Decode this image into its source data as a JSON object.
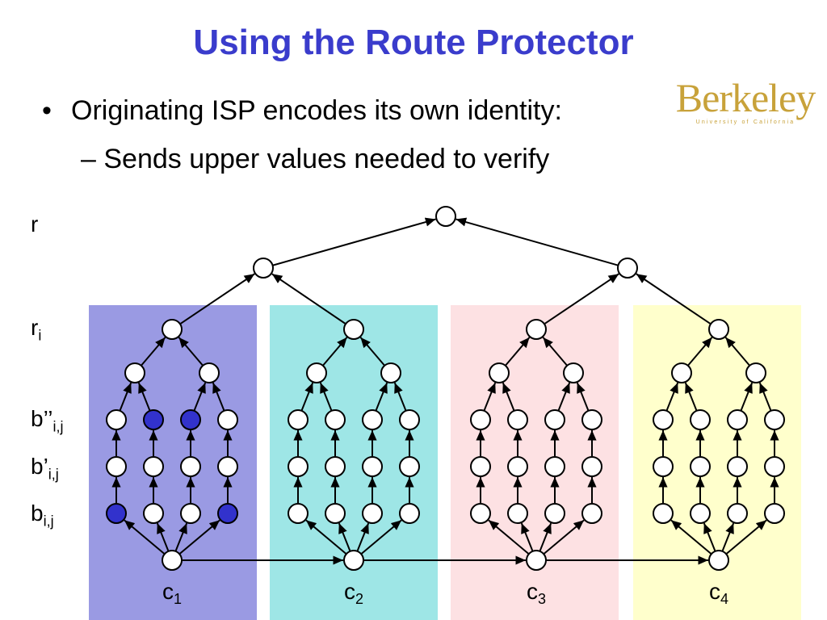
{
  "slide": {
    "title": "Using the Route Protector",
    "bullet": "Originating ISP encodes its own identity:",
    "bullet_marker": "•",
    "sub_bullet": "– Sends upper values needed to verify"
  },
  "logo": {
    "word": "Berkeley",
    "subtitle": "University of California",
    "color": "#c8a23a"
  },
  "row_labels": {
    "r": {
      "main": "r",
      "sub": ""
    },
    "ri": {
      "main": "r",
      "sub": "i"
    },
    "b2": {
      "main": "b’’",
      "sub": "i,j"
    },
    "b1": {
      "main": "b’",
      "sub": "i,j"
    },
    "b0": {
      "main": "b",
      "sub": "i,j"
    }
  },
  "columns": [
    {
      "label": "c",
      "sub": "1",
      "color": "#9a9ae3",
      "highlight_b2": [
        1,
        2
      ],
      "highlight_b0": [
        0,
        3
      ]
    },
    {
      "label": "c",
      "sub": "2",
      "color": "#9ee6e6",
      "highlight_b2": [],
      "highlight_b0": []
    },
    {
      "label": "c",
      "sub": "3",
      "color": "#fde1e3",
      "highlight_b2": [],
      "highlight_b0": []
    },
    {
      "label": "c",
      "sub": "4",
      "color": "#ffffcc",
      "highlight_b2": [],
      "highlight_b0": []
    }
  ],
  "colors": {
    "node_fill": "#ffffff",
    "node_highlight": "#3232cc",
    "stroke": "#000000",
    "title": "#3a3ccc"
  }
}
